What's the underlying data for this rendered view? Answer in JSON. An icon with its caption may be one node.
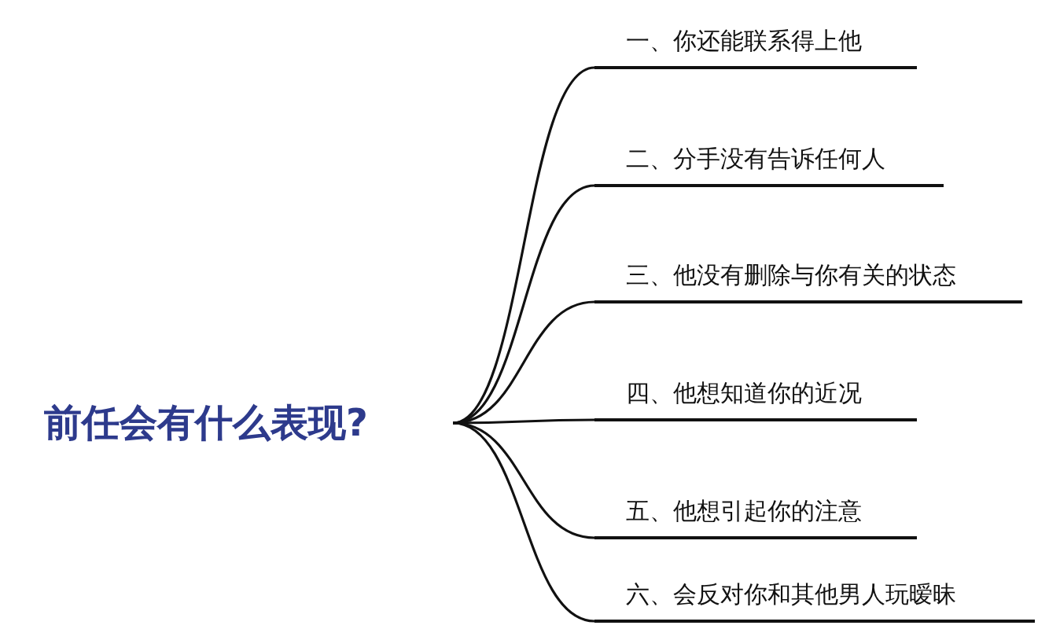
{
  "diagram": {
    "nodes": [
      {
        "text": [
          "前任会有什么表现?"
        ]
      },
      {
        "text": [
          "一、你还能联系得上他"
        ]
      },
      {
        "text": [
          "二、分手没有告诉任何人"
        ]
      },
      {
        "text": [
          "三、他没有删除与你有关的状态"
        ]
      },
      {
        "text": [
          "四、他想知道你的近况"
        ]
      },
      {
        "text": [
          "五、他想引起你的注意"
        ]
      },
      {
        "text": [
          "六、会反对你和其他男人玩暧昧"
        ]
      }
    ],
    "edges": [
      {
        "from": 0,
        "to": 1,
        "arrow": "none"
      },
      {
        "from": 0,
        "to": 2,
        "arrow": "none"
      },
      {
        "from": 0,
        "to": 3,
        "arrow": "none"
      },
      {
        "from": 0,
        "to": 4,
        "arrow": "none"
      },
      {
        "from": 0,
        "to": 5,
        "arrow": "none"
      },
      {
        "from": 0,
        "to": 6,
        "arrow": "none"
      }
    ]
  }
}
